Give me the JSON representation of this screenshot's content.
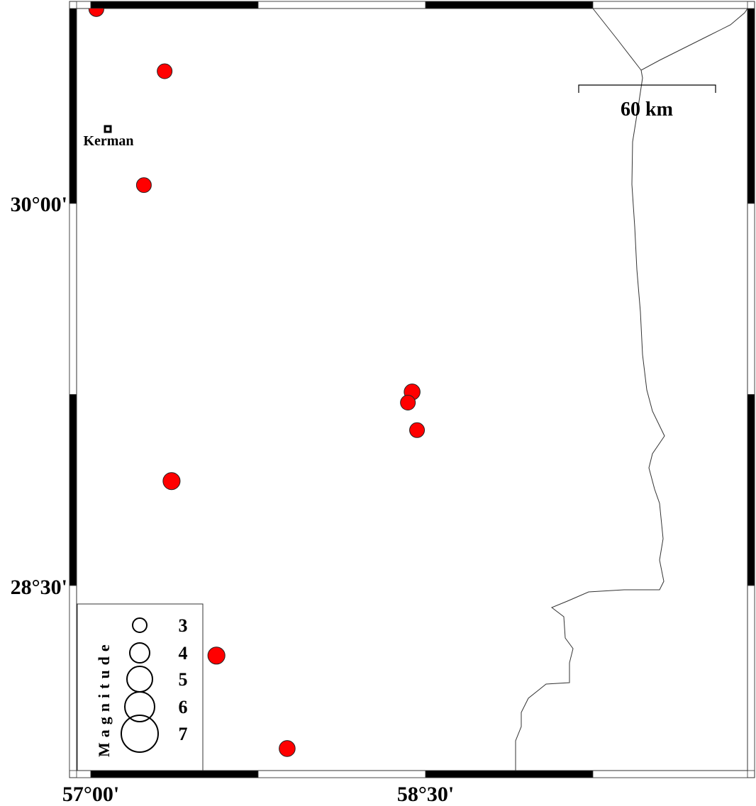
{
  "map": {
    "lon_range": [
      56.936,
      59.94
    ],
    "lat_range": [
      27.77,
      30.765
    ],
    "x_ticks": [
      {
        "value": 57.0,
        "label": "57°00'"
      },
      {
        "value": 58.5,
        "label": "58°30'"
      }
    ],
    "y_ticks": [
      {
        "value": 30.0,
        "label": "30°00'"
      },
      {
        "value": 28.5,
        "label": "28°30'"
      }
    ],
    "frame_interval_deg": 0.75
  },
  "scale_bar": {
    "label": "60 km"
  },
  "cities": [
    {
      "name": "Kerman",
      "lon": 57.076,
      "lat": 30.292
    }
  ],
  "events": [
    {
      "lon": 57.025,
      "lat": 30.763,
      "mag": 3.0
    },
    {
      "lon": 57.331,
      "lat": 30.519,
      "mag": 3.0
    },
    {
      "lon": 57.238,
      "lat": 30.072,
      "mag": 3.0
    },
    {
      "lon": 58.44,
      "lat": 29.26,
      "mag": 3.2
    },
    {
      "lon": 58.421,
      "lat": 29.218,
      "mag": 3.0
    },
    {
      "lon": 58.462,
      "lat": 29.11,
      "mag": 3.0
    },
    {
      "lon": 57.362,
      "lat": 28.91,
      "mag": 3.4
    },
    {
      "lon": 57.563,
      "lat": 28.225,
      "mag": 3.4
    },
    {
      "lon": 57.88,
      "lat": 27.86,
      "mag": 3.2
    }
  ],
  "legend": {
    "title": "Magnitude",
    "items": [
      {
        "mag": 3,
        "label": "3"
      },
      {
        "mag": 4,
        "label": "4"
      },
      {
        "mag": 5,
        "label": "5"
      },
      {
        "mag": 6,
        "label": "6"
      },
      {
        "mag": 7,
        "label": "7"
      }
    ]
  },
  "colors": {
    "event_fill": "#ff0000",
    "border": "#333333"
  }
}
